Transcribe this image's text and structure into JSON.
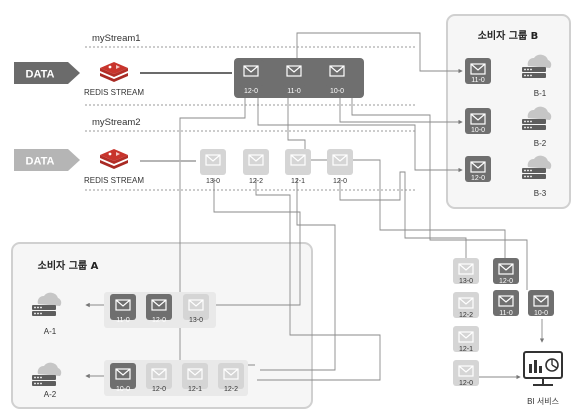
{
  "stream1": {
    "name": "myStream1",
    "input": "DATA",
    "source": "REDIS STREAM",
    "messages": [
      "12-0",
      "11-0",
      "10-0"
    ]
  },
  "stream2": {
    "name": "myStream2",
    "input": "DATA",
    "source": "REDIS STREAM",
    "messages": [
      "13-0",
      "12-2",
      "12-1",
      "12-0"
    ]
  },
  "group_b": {
    "title": "소비자 그룹 B",
    "consumers": [
      {
        "msg": "11-0",
        "name": "B-1"
      },
      {
        "msg": "10-0",
        "name": "B-2"
      },
      {
        "msg": "12-0",
        "name": "B-3"
      }
    ]
  },
  "group_a": {
    "title": "소비자 그룹 A",
    "consumers": [
      {
        "name": "A-1",
        "messages": [
          "11-0",
          "12-0",
          "13-0"
        ]
      },
      {
        "name": "A-2",
        "messages": [
          "10-0",
          "12-0",
          "12-1",
          "12-2"
        ]
      }
    ]
  },
  "bi": {
    "name": "BI 서비스",
    "left_column": [
      "13-0",
      "12-2",
      "12-1",
      "12-0"
    ],
    "top_right": "12-0",
    "row": [
      "11-0",
      "10-0"
    ]
  },
  "colors": {
    "dark_msg": "#6f6f6f",
    "light_msg": "#d5d5d5",
    "redis_red": "#c8342c",
    "data_dark": "#6b6b6b",
    "data_light": "#b5b5b5",
    "group_bg": "#f6f6f6",
    "group_border": "#d0d0d0"
  }
}
